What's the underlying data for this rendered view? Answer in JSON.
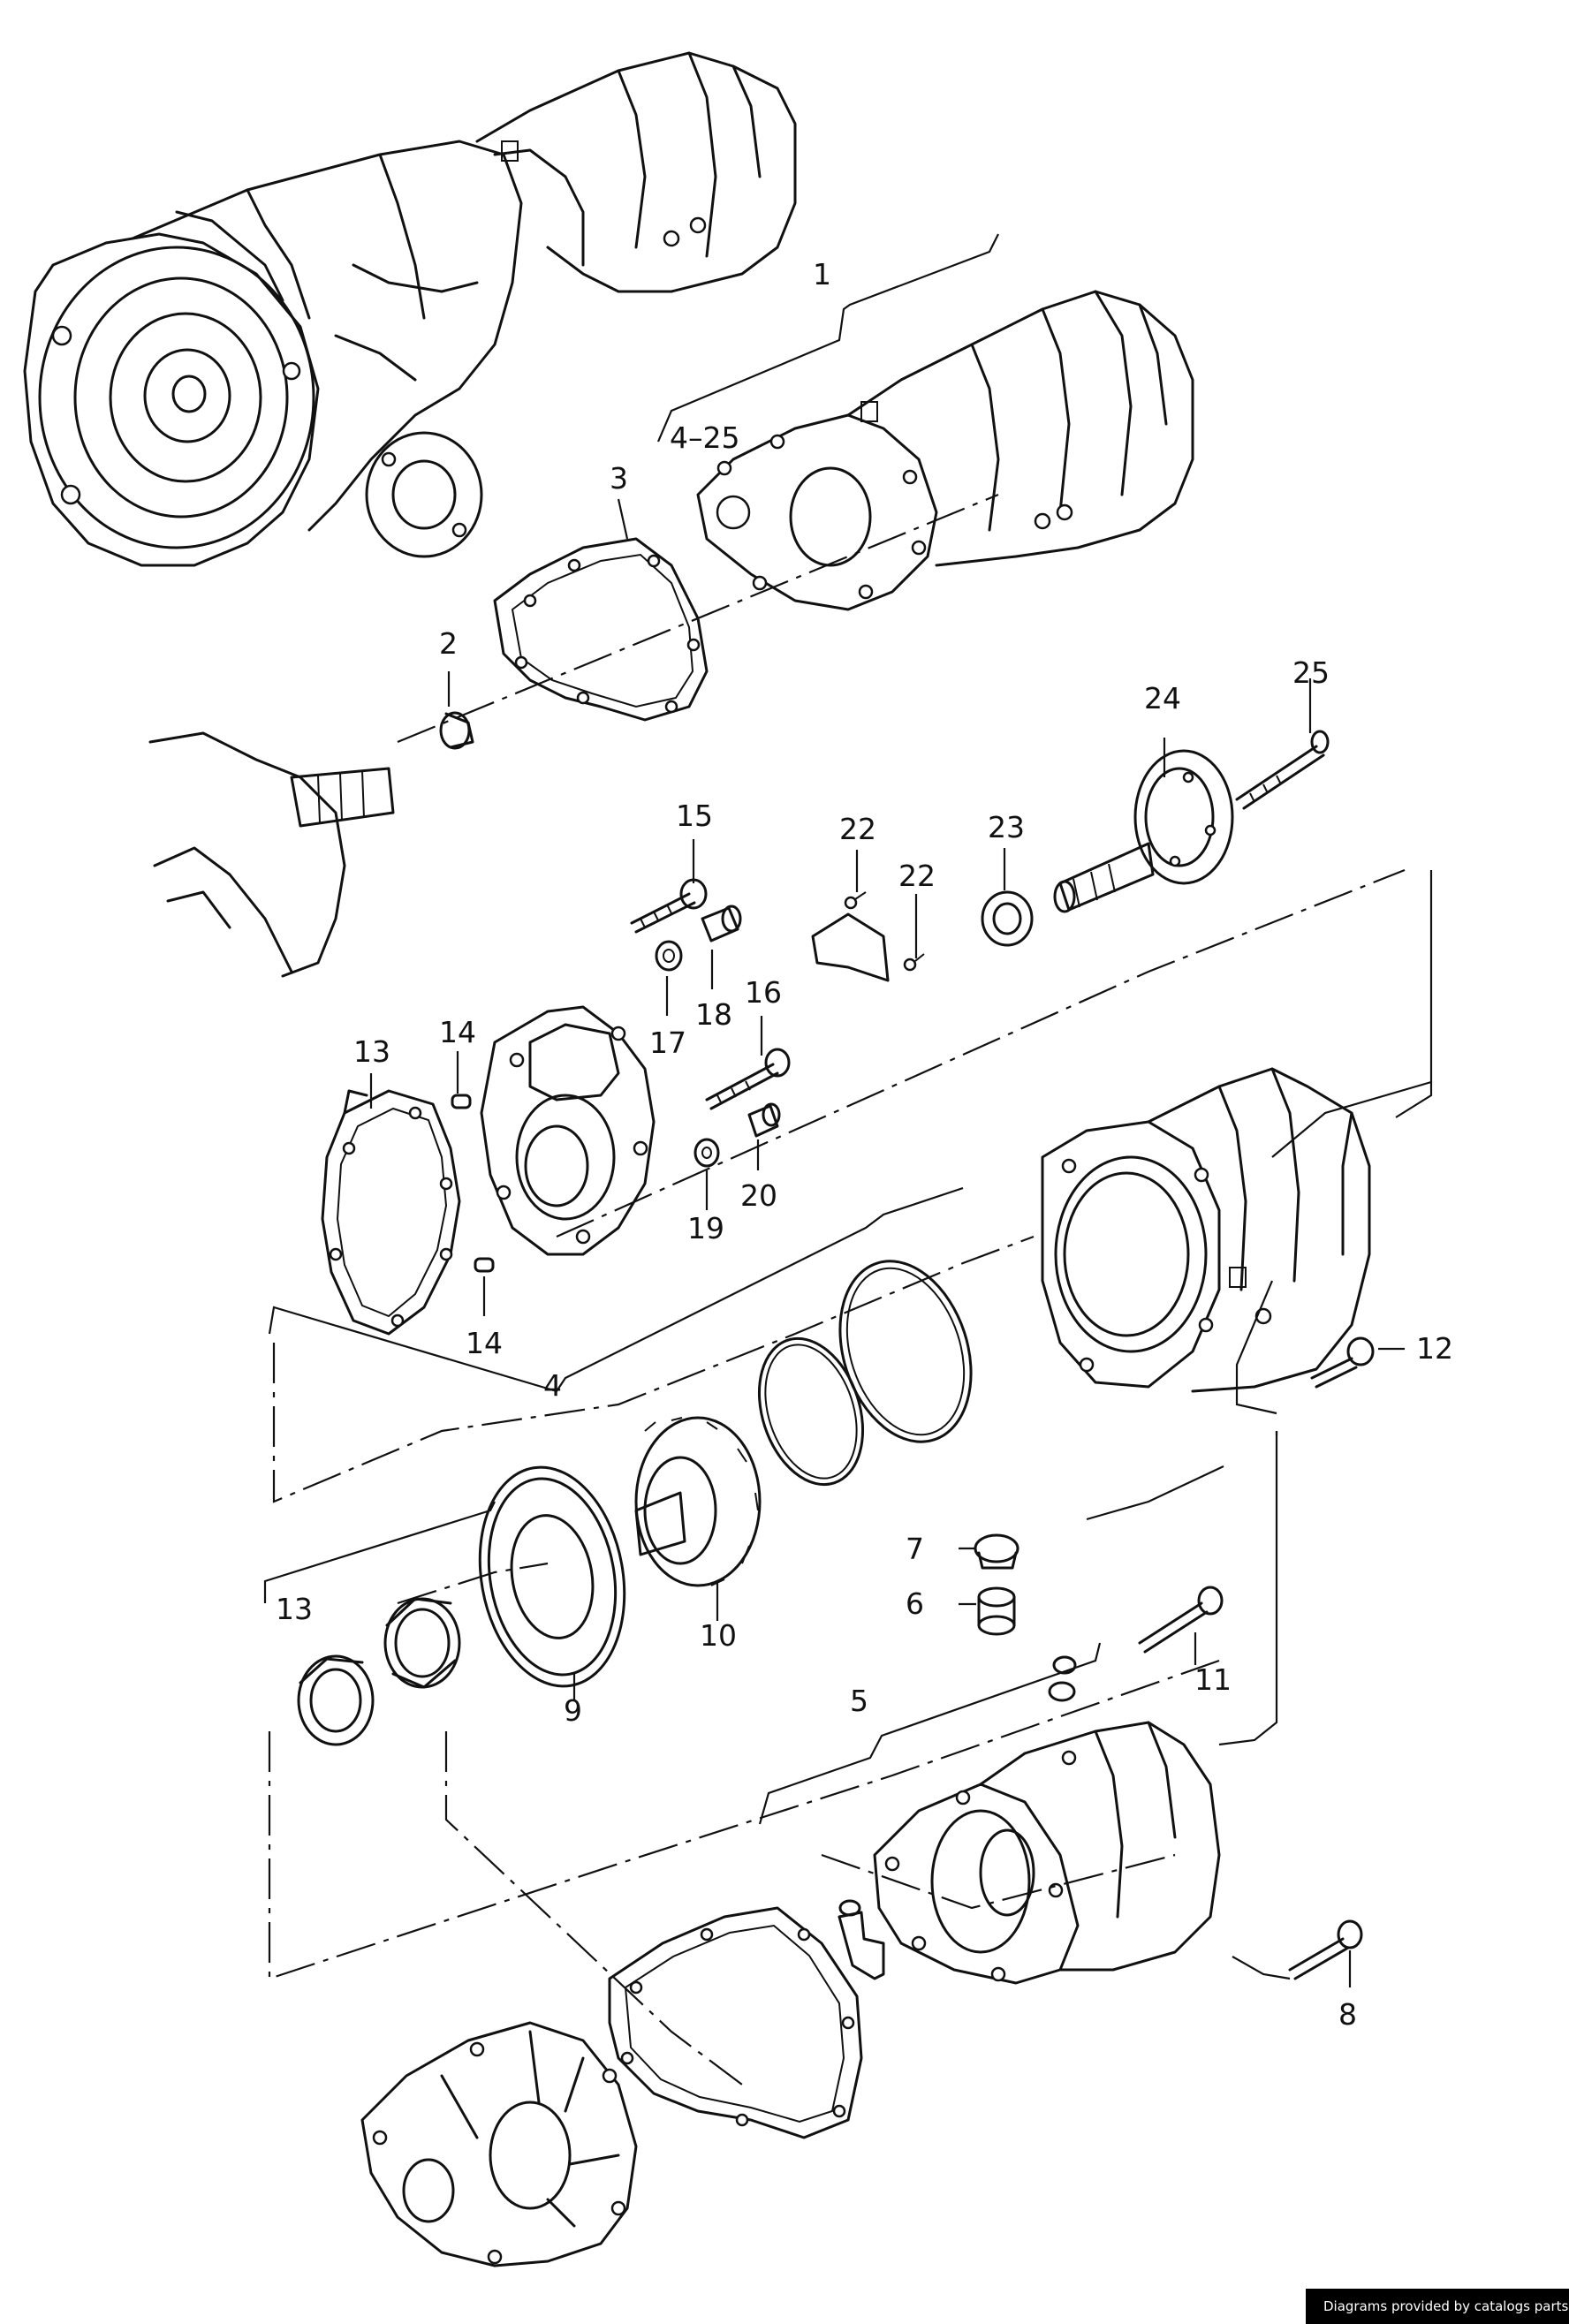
{
  "callouts": [
    {
      "id": "1",
      "text": "1"
    },
    {
      "id": "4-25",
      "text": "4–25"
    },
    {
      "id": "2",
      "text": "2"
    },
    {
      "id": "3",
      "text": "3"
    },
    {
      "id": "4",
      "text": "4"
    },
    {
      "id": "5",
      "text": "5"
    },
    {
      "id": "6",
      "text": "6"
    },
    {
      "id": "7",
      "text": "7"
    },
    {
      "id": "8",
      "text": "8"
    },
    {
      "id": "9",
      "text": "9"
    },
    {
      "id": "10",
      "text": "10"
    },
    {
      "id": "11",
      "text": "11"
    },
    {
      "id": "12",
      "text": "12"
    },
    {
      "id": "13a",
      "text": "13"
    },
    {
      "id": "13b",
      "text": "13"
    },
    {
      "id": "14a",
      "text": "14"
    },
    {
      "id": "14b",
      "text": "14"
    },
    {
      "id": "15",
      "text": "15"
    },
    {
      "id": "16",
      "text": "16"
    },
    {
      "id": "17",
      "text": "17"
    },
    {
      "id": "18",
      "text": "18"
    },
    {
      "id": "19",
      "text": "19"
    },
    {
      "id": "20",
      "text": "20"
    },
    {
      "id": "22a",
      "text": "22"
    },
    {
      "id": "22b",
      "text": "22"
    },
    {
      "id": "23",
      "text": "23"
    },
    {
      "id": "24",
      "text": "24"
    },
    {
      "id": "25",
      "text": "25"
    }
  ],
  "footer": {
    "credit": "Diagrams provided by catalogs parts"
  }
}
